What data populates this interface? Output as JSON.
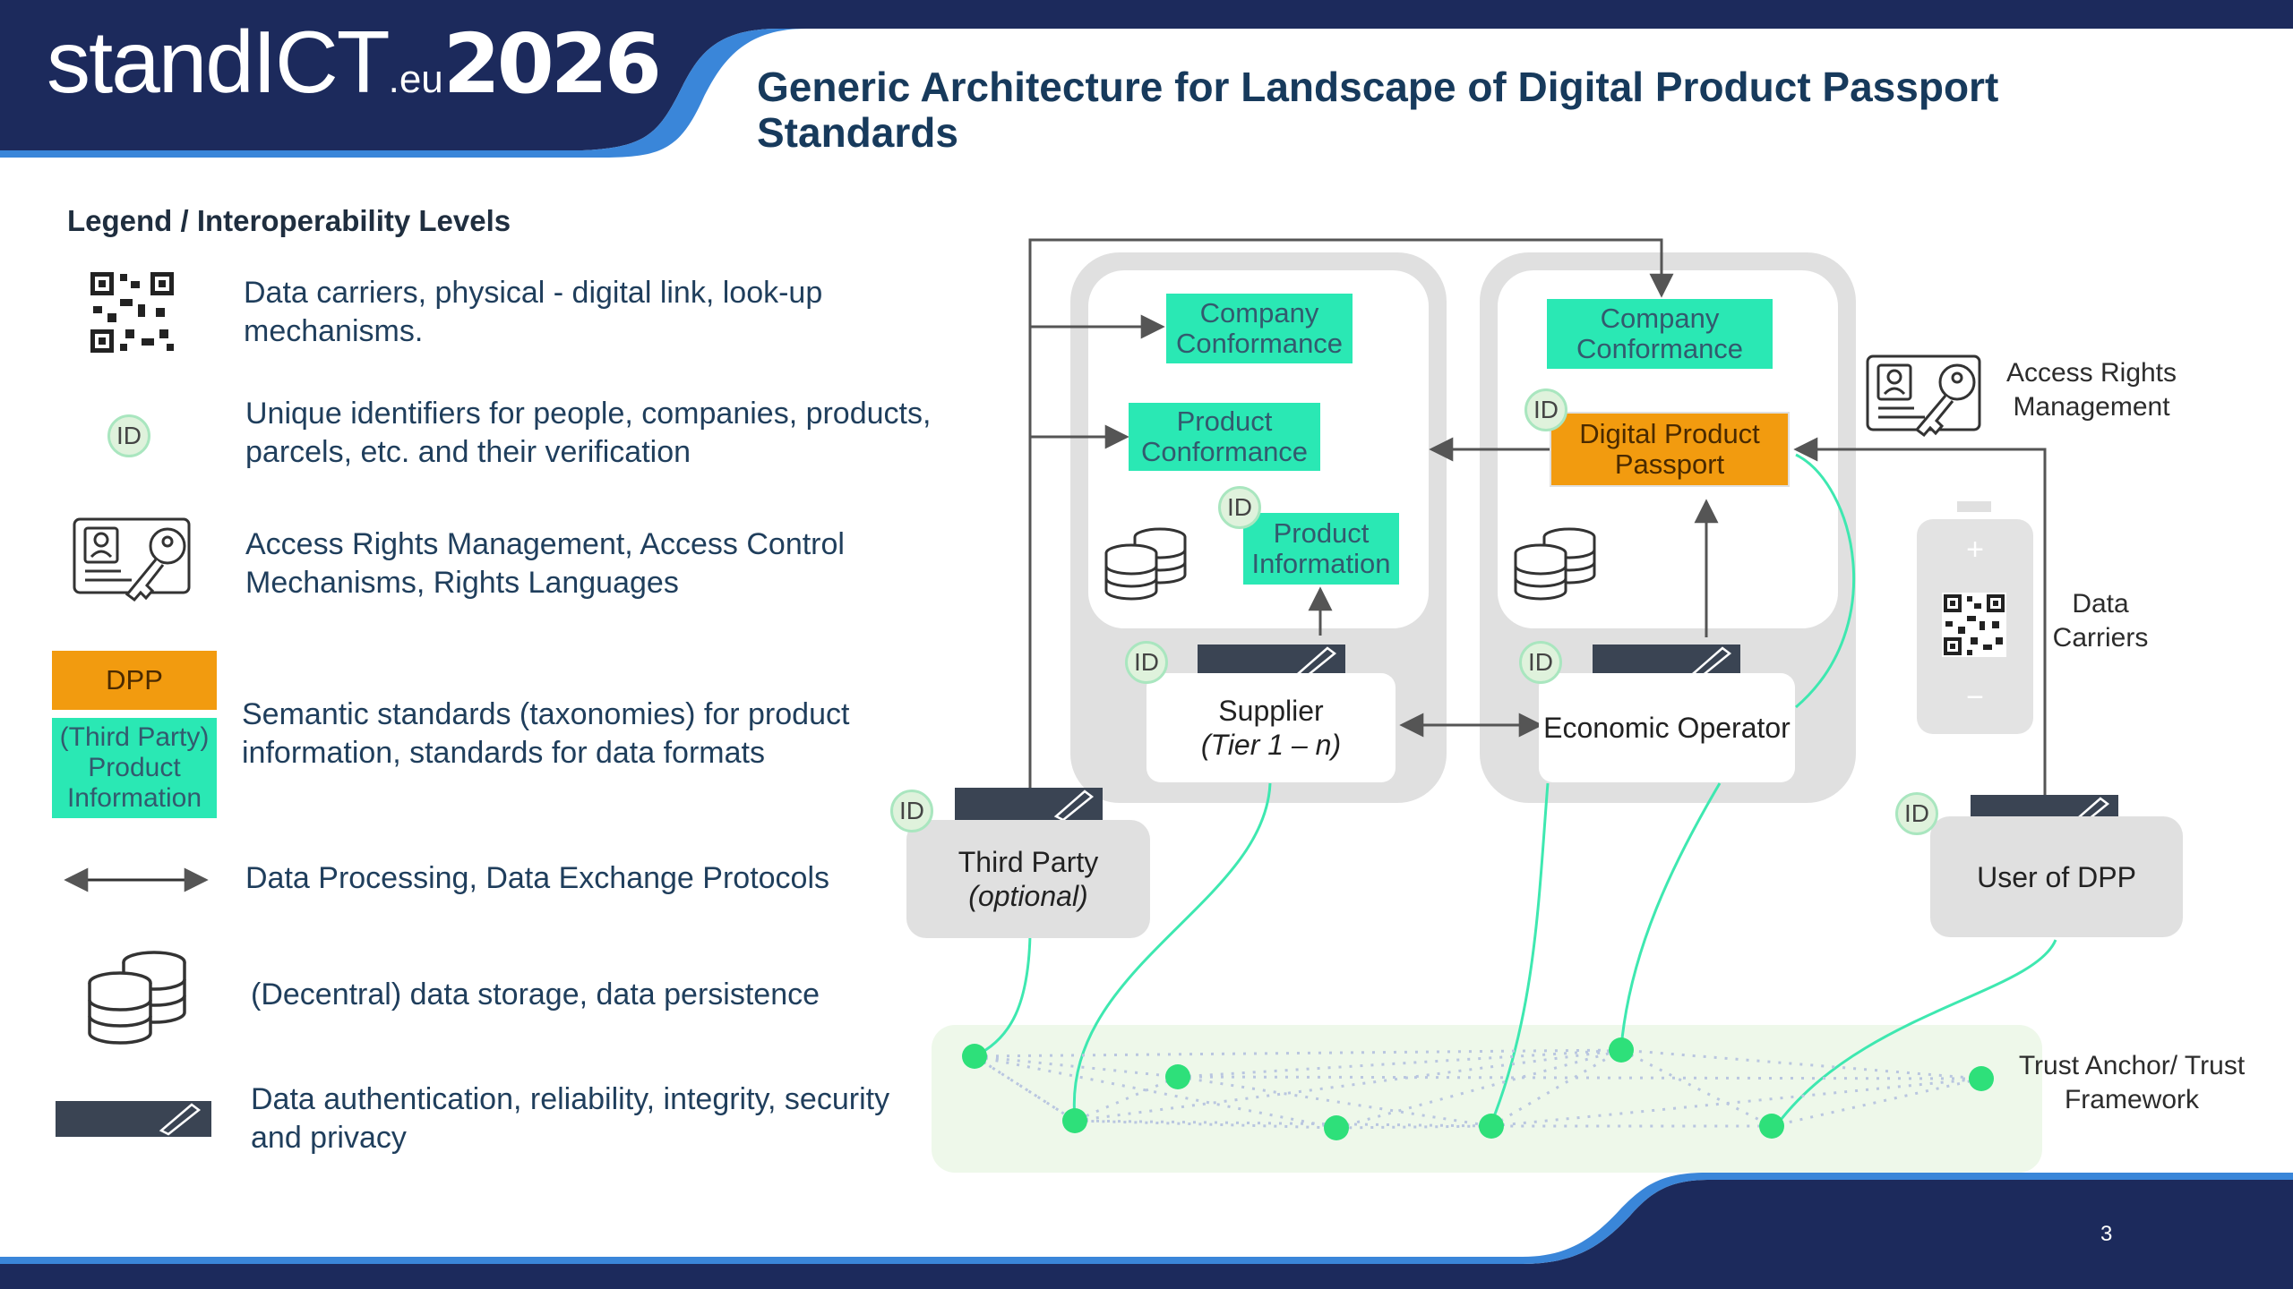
{
  "logo": {
    "brand": "standICT",
    "domain": ".eu",
    "year": "2026"
  },
  "title": "Generic Architecture for Landscape of Digital Product Passport Standards",
  "legend": {
    "heading": "Legend / Interoperability Levels",
    "items": [
      {
        "icon": "qr-code-icon",
        "text": "Data carriers, physical - digital link, look-up mechanisms."
      },
      {
        "icon": "id-badge-icon",
        "badge": "ID",
        "text": "Unique identifiers for people, companies, products, parcels, etc. and their verification"
      },
      {
        "icon": "access-rights-icon",
        "text": "Access Rights Management, Access Control Mechanisms, Rights Languages"
      },
      {
        "icon": "semantic-boxes",
        "dpp": "DPP",
        "third_party": "(Third Party) Product Information",
        "text": "Semantic standards (taxonomies) for product information, standards for data formats"
      },
      {
        "icon": "double-arrow-icon",
        "text": "Data Processing, Data Exchange Protocols"
      },
      {
        "icon": "database-icon",
        "text": "(Decentral) data storage, data persistence"
      },
      {
        "icon": "signature-pen-icon",
        "text": "Data authentication, reliability, integrity, security and privacy"
      }
    ]
  },
  "diagram": {
    "id_label": "ID",
    "supplier_group": {
      "company_conformance": "Company Conformance",
      "product_conformance": "Product Conformance",
      "product_information": "Product Information",
      "actor": "Supplier",
      "actor_sub": "(Tier 1 – n)"
    },
    "operator_group": {
      "company_conformance": "Company Conformance",
      "dpp": "Digital Product Passport",
      "actor": "Economic Operator"
    },
    "third_party": {
      "label": "Third Party",
      "sub": "(optional)"
    },
    "user": {
      "label": "User of DPP"
    },
    "access_rights_label": "Access Rights Management",
    "data_carriers_label": "Data Carriers",
    "trust_label": "Trust Anchor/ Trust Framework"
  },
  "page_number": "3",
  "colors": {
    "navy": "#1c2a5c",
    "teal": "#2ae8b4",
    "orange": "#f29b0f",
    "green": "#2ee07a",
    "grey": "#e0e0e0"
  }
}
